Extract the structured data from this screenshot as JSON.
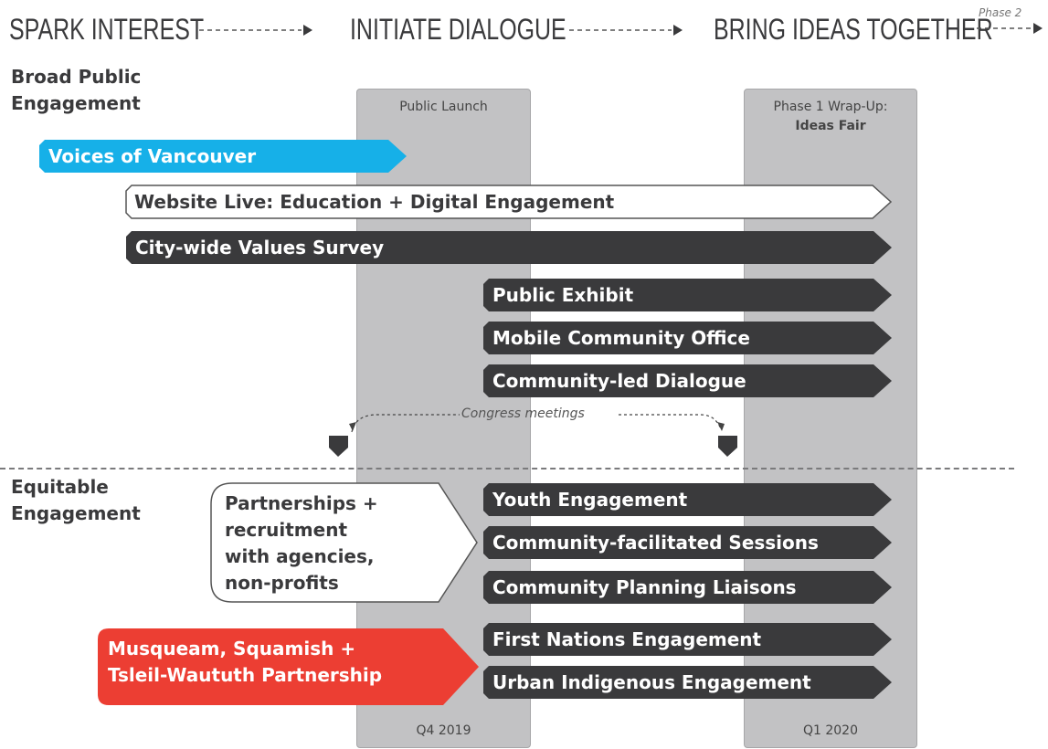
{
  "phases": {
    "spark": "SPARK INTEREST",
    "initiate": "INITIATE DIALOGUE",
    "bring": "BRING IDEAS TOGETHER",
    "next": "Phase 2"
  },
  "sections": {
    "broad_line1": "Broad Public",
    "broad_line2": "Engagement",
    "equitable_line1": "Equitable",
    "equitable_line2": "Engagement"
  },
  "columns": {
    "launch": {
      "head": "Public Launch",
      "foot": "Q4 2019"
    },
    "wrapup": {
      "head_line1": "Phase 1 Wrap-Up:",
      "head_line2": "Ideas Fair",
      "foot": "Q1 2020"
    }
  },
  "broad_bars": {
    "voices": "Voices of Vancouver",
    "website": "Website Live: Education + Digital Engagement",
    "survey": "City-wide Values Survey",
    "exhibit": "Public Exhibit",
    "mobile": "Mobile Community Office",
    "community_led": "Community-led Dialogue"
  },
  "congress": "Congress meetings",
  "partnerships": {
    "line1": "Partnerships +",
    "line2": "recruitment",
    "line3": "with agencies,",
    "line4": "non-profits"
  },
  "equitable_bars": {
    "youth": "Youth Engagement",
    "facilitated": "Community-facilitated Sessions",
    "liaisons": "Community Planning Liaisons",
    "first_nations": "First Nations Engagement",
    "urban": "Urban Indigenous Engagement"
  },
  "nations": {
    "line1": "Musqueam, Squamish +",
    "line2": "Tsleil-Waututh Partnership"
  },
  "colors": {
    "dark": "#3a3a3c",
    "blue": "#16b0e8",
    "red": "#ec3e33",
    "column": "#c2c2c4"
  }
}
